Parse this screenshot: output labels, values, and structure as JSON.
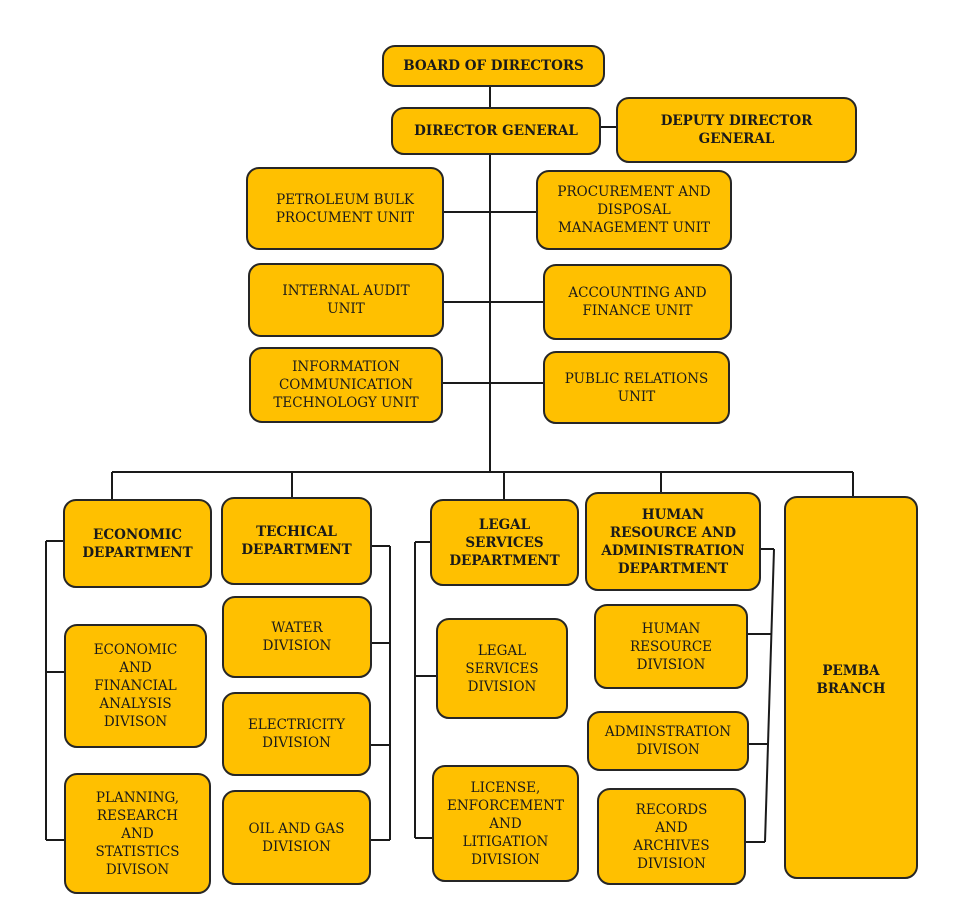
{
  "board": [
    "BOARD OF DIRECTORS"
  ],
  "director_general": [
    "DIRECTOR GENERAL"
  ],
  "deputy_director_general": [
    "DEPUTY DIRECTOR",
    "GENERAL"
  ],
  "units": {
    "petroleum": [
      "PETROLEUM BULK",
      "PROCUMENT UNIT"
    ],
    "procurement": [
      "PROCUREMENT AND",
      "DISPOSAL",
      "MANAGEMENT UNIT"
    ],
    "internal_audit": [
      "INTERNAL AUDIT",
      "UNIT"
    ],
    "accounting": [
      "ACCOUNTING AND",
      "FINANCE UNIT"
    ],
    "ict": [
      "INFORMATION",
      "COMMUNICATION",
      "TECHNOLOGY UNIT"
    ],
    "public_relations": [
      "PUBLIC RELATIONS",
      "UNIT"
    ]
  },
  "departments": {
    "economic": [
      "ECONOMIC",
      "DEPARTMENT"
    ],
    "technical": [
      "TECHICAL",
      "DEPARTMENT"
    ],
    "legal": [
      "LEGAL",
      "SERVICES",
      "DEPARTMENT"
    ],
    "hr": [
      "HUMAN",
      "RESOURCE AND",
      "ADMINISTRATION",
      "DEPARTMENT"
    ],
    "pemba": [
      "PEMBA",
      "BRANCH"
    ]
  },
  "divisions": {
    "econ_fin": [
      "ECONOMIC",
      "AND",
      "FINANCIAL",
      "ANALYSIS",
      "DIVISON"
    ],
    "planning": [
      "PLANNING,",
      "RESEARCH",
      "AND",
      "STATISTICS",
      "DIVISON"
    ],
    "water": [
      "WATER",
      "DIVISION"
    ],
    "electricity": [
      "ELECTRICITY",
      "DIVISION"
    ],
    "oil_gas": [
      "OIL AND GAS",
      "DIVISION"
    ],
    "legal_services": [
      "LEGAL",
      "SERVICES",
      "DIVISION"
    ],
    "license": [
      "LICENSE,",
      "ENFORCEMENT",
      "AND",
      "LITIGATION",
      "DIVISION"
    ],
    "human_resource": [
      "HUMAN",
      "RESOURCE",
      "DIVISION"
    ],
    "administration": [
      "ADMINSTRATION",
      "DIVISON"
    ],
    "records": [
      "RECORDS",
      "AND",
      "ARCHIVES",
      "DIVISION"
    ]
  }
}
